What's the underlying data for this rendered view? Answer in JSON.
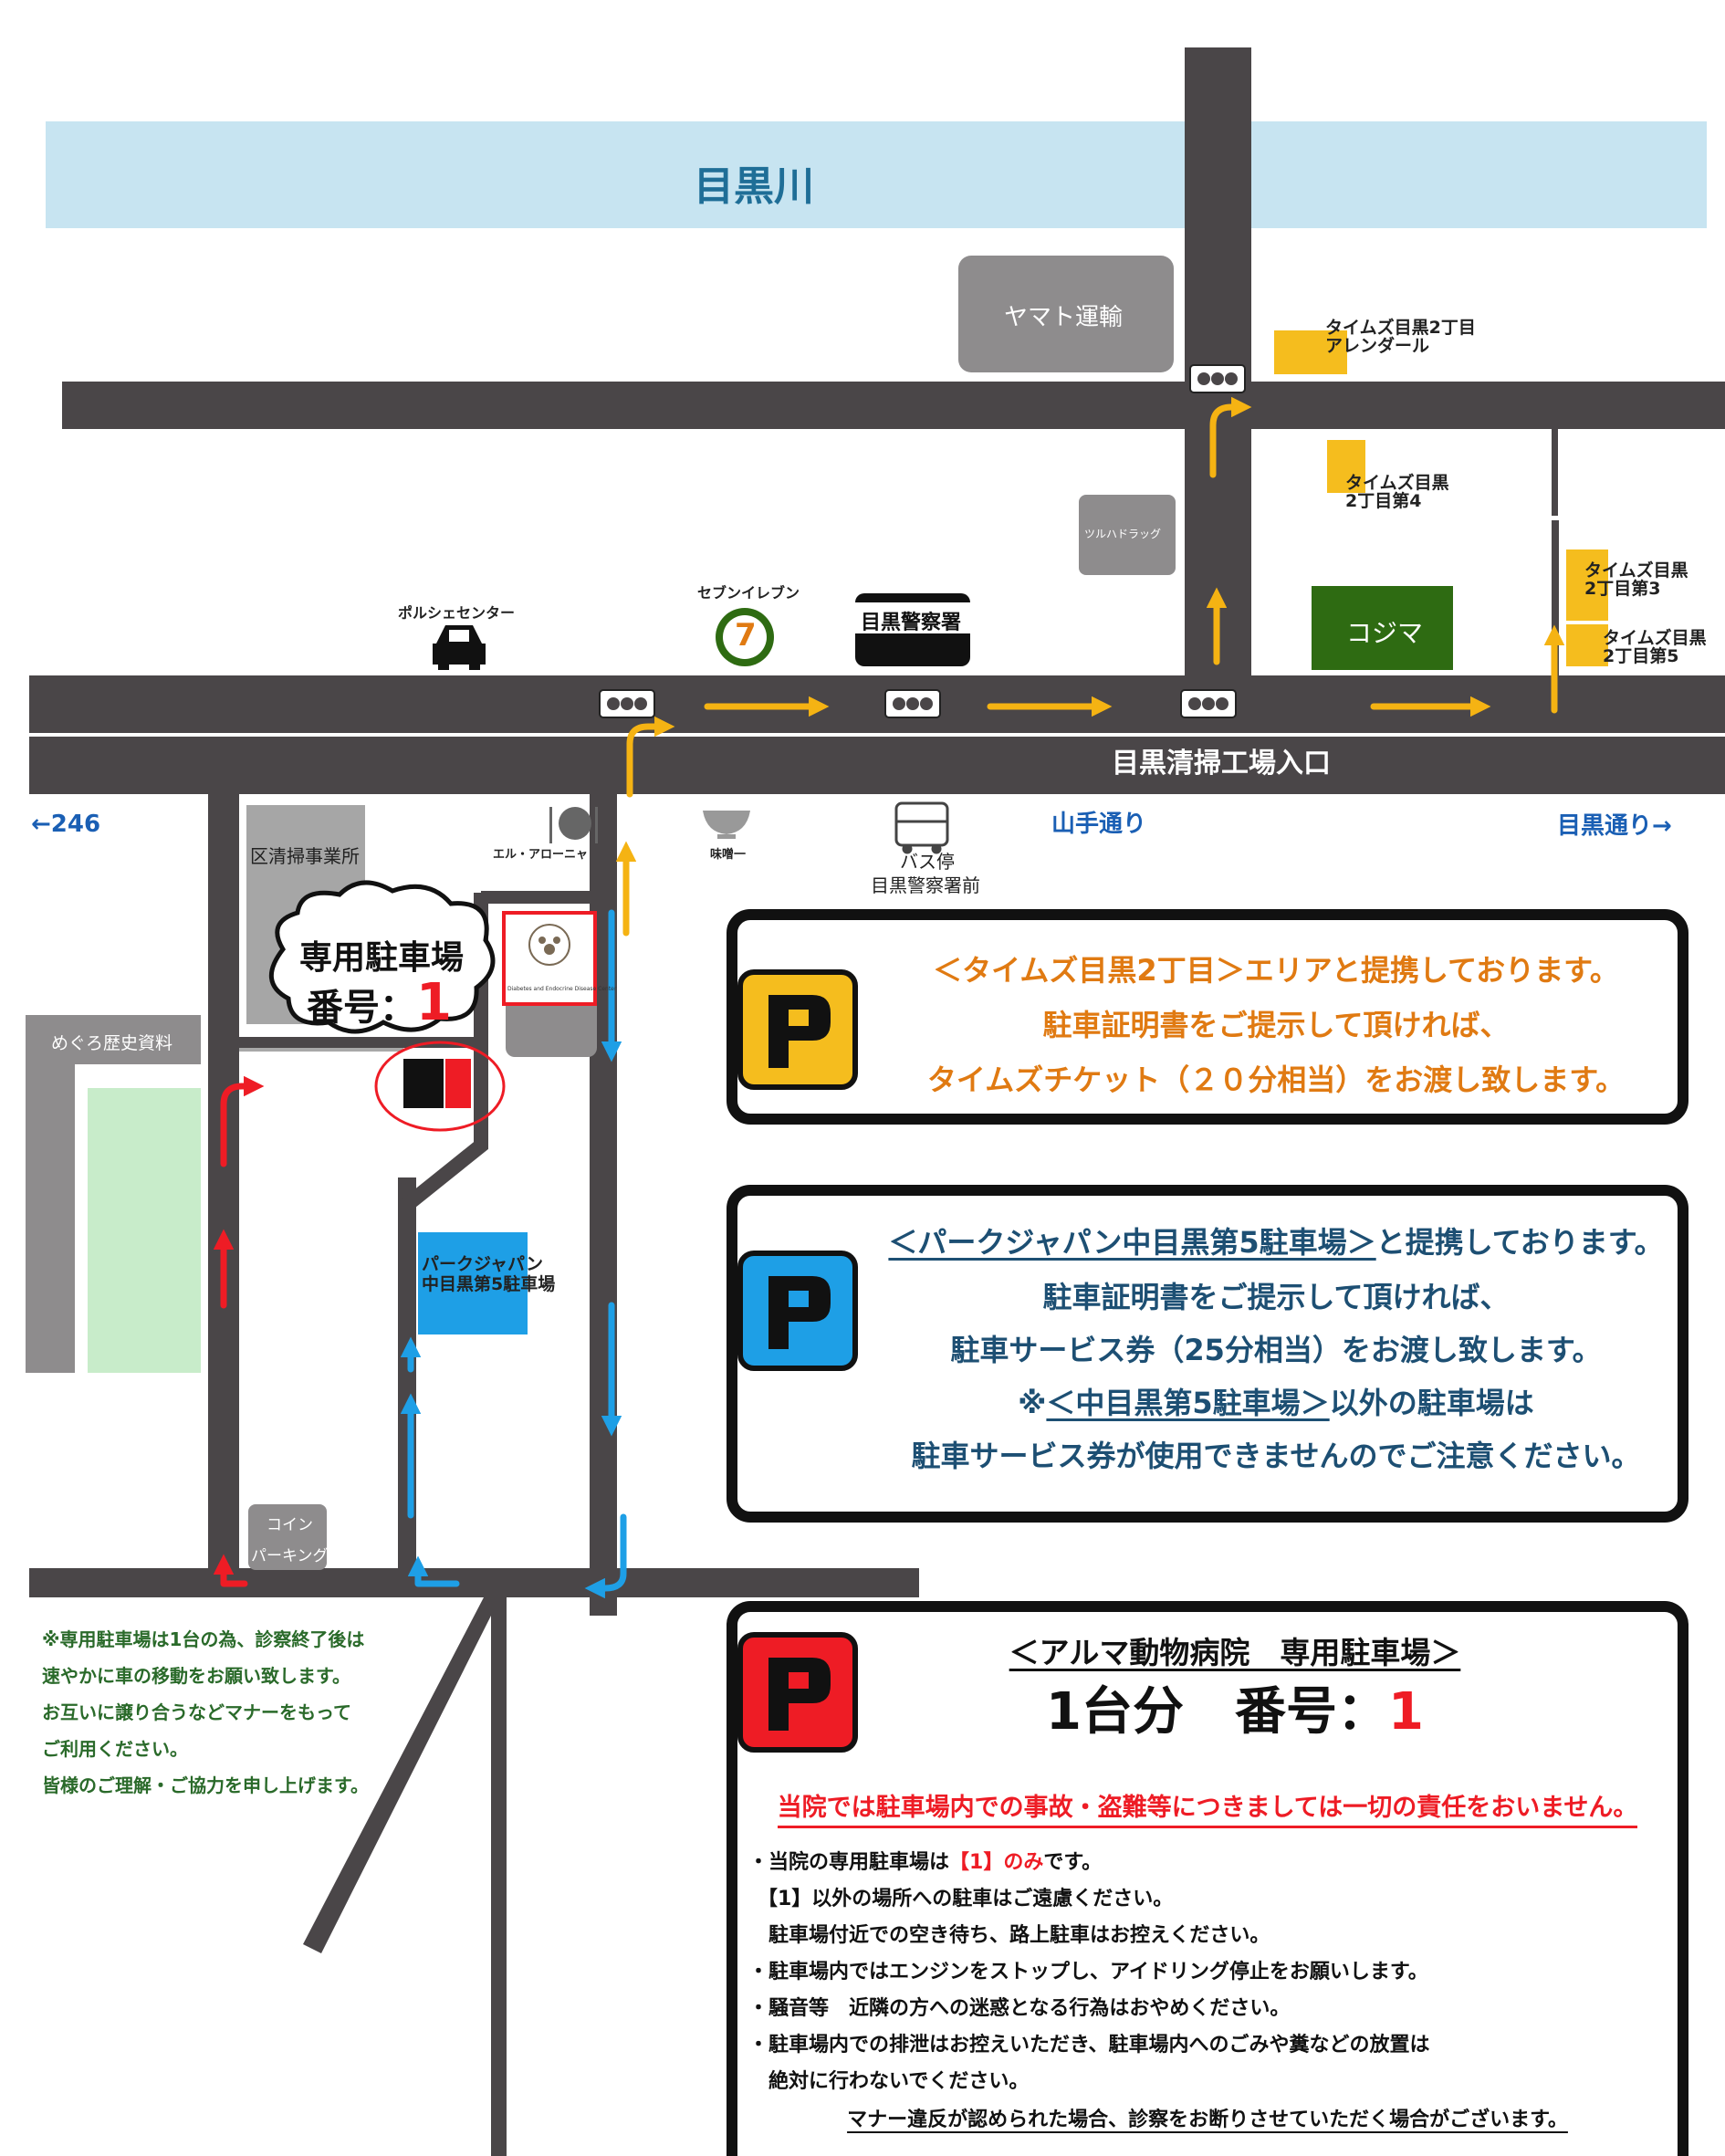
{
  "map": {
    "river": "目黒川",
    "places": {
      "yamato": "ヤマト運輸",
      "times_arendal_line1": "タイムズ目黒2丁目",
      "times_arendal_line2": "アレンダール",
      "times4_line1": "タイムズ目黒",
      "times4_line2": "2丁目第4",
      "times3_line1": "タイムズ目黒",
      "times3_line2": "2丁目第3",
      "times5_line1": "タイムズ目黒",
      "times5_line2": "2丁目第5",
      "tsuruha": "ツルハドラッグ",
      "kojima": "コジマ",
      "porsche": "ポルシェセンター",
      "seven": "セブンイレブン",
      "seven_num": "7",
      "police": "目黒警察署",
      "seisou_entrance": "目黒清掃工場入口",
      "route246": "←246",
      "yamate": "山手通り",
      "meguro_dori": "目黒通り→",
      "el_arroniya": "エル・アローニャ",
      "misoichi": "味噌一",
      "bus_stop_line1": "バス停",
      "bus_stop_line2": "目黒警察署前",
      "seisou_office": "区清掃事業所",
      "history": "めぐろ歴史資料",
      "coin_line1": "コイン",
      "coin_line2": "パーキング",
      "park_japan_line1": "パークジャパン",
      "park_japan_line2": "中目黒第5駐車場",
      "hospital_sign": "Diabetes and Endocrine Disease Center"
    },
    "cloud": {
      "line1": "専用駐車場",
      "line2_label": "番号：",
      "line2_num": "1"
    }
  },
  "box_times": {
    "line1": "＜タイムズ目黒2丁目＞エリアと提携しております。",
    "line2": "駐車証明書をご提示して頂ければ、",
    "line3": "タイムズチケット（２０分相当）をお渡し致します。"
  },
  "box_park": {
    "line1_u": "＜パークジャパン中目黒第5駐車場＞",
    "line1_rest": "と提携しております。",
    "line2": "駐車証明書をご提示して頂ければ、",
    "line3": "駐車サービス券（25分相当）をお渡し致します。",
    "line4_pre": "※",
    "line4_u": "＜中目黒第5駐車場＞",
    "line4_rest": "以外の駐車場は",
    "line5": "駐車サービス券が使用できませんのでご注意ください。"
  },
  "box_alma": {
    "title": "＜アルマ動物病院　専用駐車場＞",
    "subtitle_main": "1台分　番号：",
    "subtitle_num": "1",
    "warning": "当院では駐車場内での事故・盗難等につきましては一切の責任をおいません。",
    "b1_pre": "・当院の専用駐車場は",
    "b1_red": "【1】のみ",
    "b1_post": "です。",
    "b1_l2": "【1】以外の場所への駐車はご遠慮ください。",
    "b1_l3": "駐車場付近での空き待ち、路上駐車はお控えください。",
    "b2": "・駐車場内ではエンジンをストップし、アイドリング停止をお願いします。",
    "b3": "・騒音等　近隣の方への迷惑となる行為はおやめください。",
    "b4": "・駐車場内での排泄はお控えいただき、駐車場内へのごみや糞などの放置は",
    "b4_l2": "絶対に行わないでください。",
    "footer": "マナー違反が認められた場合、診察をお断りさせていただく場合がございます。"
  },
  "notice": {
    "lines": [
      "※専用駐車場は1台の為、診察終了後は",
      "速やかに車の移動をお願い致します。",
      "お互いに譲り合うなどマナーをもって",
      "ご利用ください。",
      "皆様のご理解・ご協力を申し上げます。"
    ]
  },
  "colors": {
    "road": "#4a4648",
    "river": "#c7e4f1",
    "river_text": "#1f6e97",
    "times": "#f5bd1e",
    "times_text": "#e07a12",
    "park_blue": "#1e9fe6",
    "park_text": "#1d4f73",
    "red": "#ee1c25",
    "green_park": "#c8ecca",
    "kojima": "#2e6b12",
    "gray_bldg": "#8e8c8d",
    "notice_text": "#2a6a2a"
  }
}
